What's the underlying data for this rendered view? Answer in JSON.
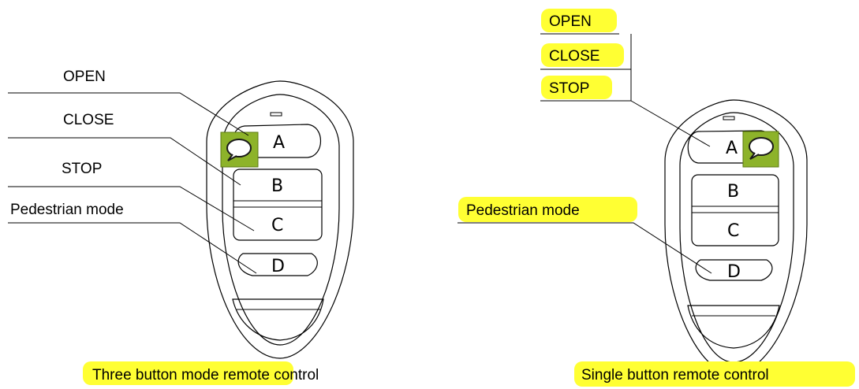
{
  "left": {
    "labels": {
      "open": "OPEN",
      "close": "CLOSE",
      "stop": "STOP",
      "pedestrian": "Pedestrian mode"
    },
    "buttons": [
      "A",
      "B",
      "C",
      "D"
    ],
    "caption": "Three button mode remote control"
  },
  "right": {
    "labels": {
      "open": "OPEN",
      "close": "CLOSE",
      "stop": "STOP",
      "pedestrian": "Pedestrian mode"
    },
    "buttons": [
      "A",
      "B",
      "C",
      "D"
    ],
    "caption": "Single button remote control"
  },
  "colors": {
    "highlight": "#ffff33",
    "comment_icon_bg": "#8db32a"
  },
  "icons": [
    "comment-icon",
    "comment-icon"
  ]
}
